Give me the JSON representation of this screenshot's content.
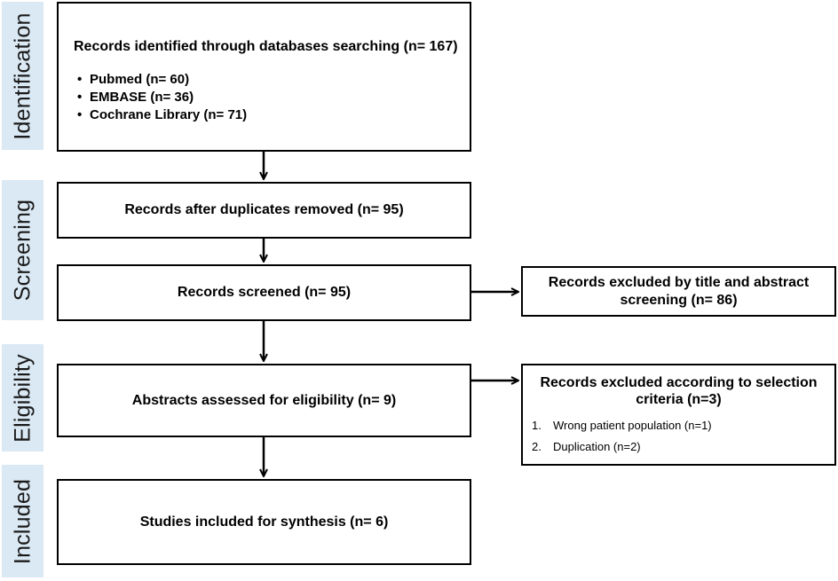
{
  "phases": {
    "identification": "Identification",
    "screening": "Screening",
    "eligibility": "Eligibility",
    "included": "Included"
  },
  "identification": {
    "title": "Records identified through databases searching  (n= 167)",
    "sources": [
      "Pubmed (n= 60)",
      "EMBASE (n= 36)",
      "Cochrane Library (n= 71)"
    ]
  },
  "duplicates_removed": "Records after duplicates removed (n= 95)",
  "screened": "Records screened (n= 95)",
  "excluded_title_abstract": "Records excluded by title and abstract screening (n= 86)",
  "abstracts_assessed": "Abstracts assessed for eligibility (n= 9)",
  "excluded_criteria": {
    "title": "Records excluded according to selection criteria (n=3)",
    "reasons": [
      {
        "num": "1.",
        "text": "Wrong patient population (n=1)"
      },
      {
        "num": "2.",
        "text": "Duplication (n=2)"
      }
    ]
  },
  "included_synthesis": "Studies included for synthesis (n= 6)"
}
